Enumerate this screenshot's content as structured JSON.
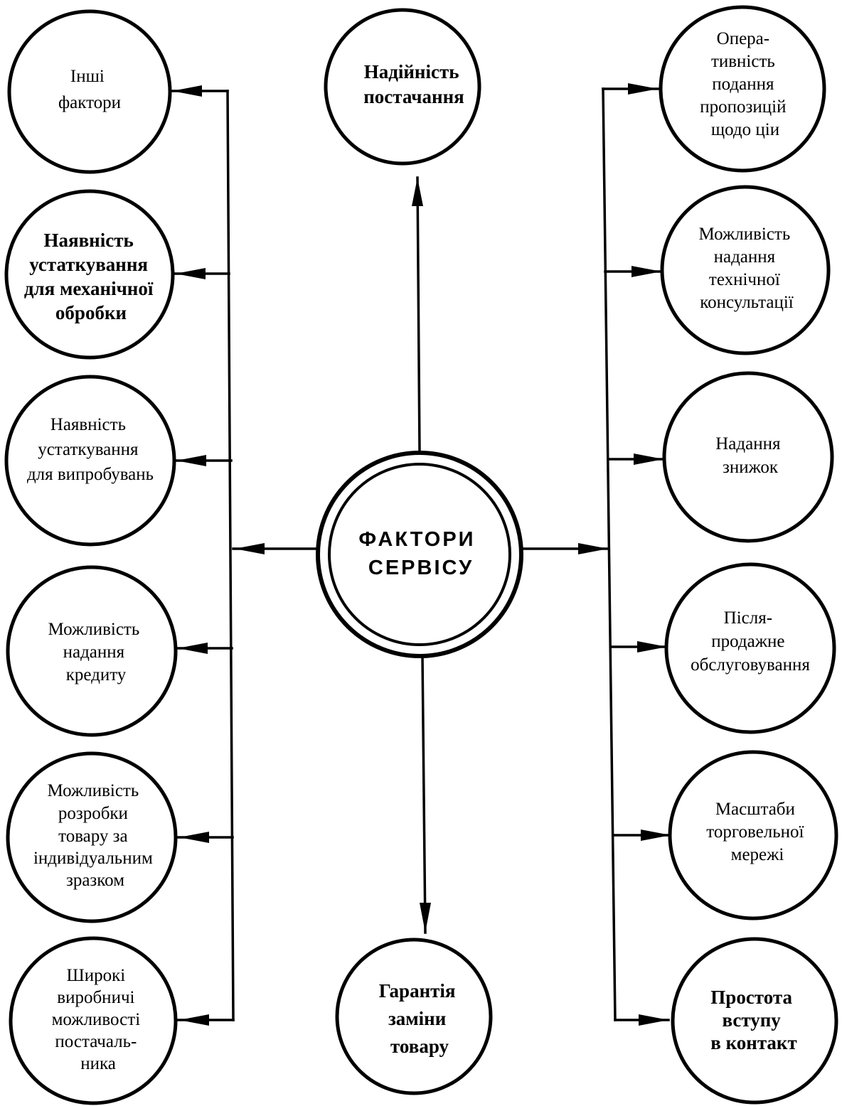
{
  "diagram": {
    "center": {
      "lines": [
        "ФАКТОРИ",
        "СЕРВІСУ"
      ]
    },
    "top": {
      "lines": [
        "Надійність",
        "постачання"
      ]
    },
    "bottom": {
      "lines": [
        "Гарантія",
        "заміни",
        "товару"
      ]
    },
    "left": [
      {
        "lines": [
          "Інші",
          "фактори"
        ]
      },
      {
        "lines": [
          "Наявність",
          "устаткування",
          "для механічної",
          "обробки"
        ]
      },
      {
        "lines": [
          "Наявність",
          "устаткування",
          "для випробувань"
        ]
      },
      {
        "lines": [
          "Можливість",
          "надання",
          "кредиту"
        ]
      },
      {
        "lines": [
          "Можливість",
          "розробки",
          "товару  за",
          "індивідуальним",
          "зразком"
        ]
      },
      {
        "lines": [
          "Широкі",
          "виробничі",
          "можливості",
          "постачаль-",
          "ника"
        ]
      }
    ],
    "right": [
      {
        "lines": [
          "Опера-",
          "тивність",
          "подання",
          "пропозицій",
          "щодо ціи"
        ]
      },
      {
        "lines": [
          "Можливість",
          "надання",
          "технічної",
          "консультації"
        ]
      },
      {
        "lines": [
          "Надання",
          "знижок"
        ]
      },
      {
        "lines": [
          "Після-",
          "продажне",
          "обслуговування"
        ]
      },
      {
        "lines": [
          "Масштаби",
          "торговельної",
          "мережі"
        ]
      },
      {
        "lines": [
          "Простота",
          "вступу",
          "в контакт"
        ]
      }
    ]
  }
}
